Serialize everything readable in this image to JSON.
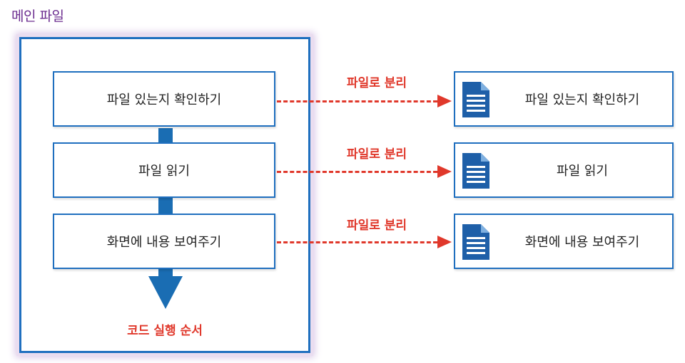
{
  "title": "메인 파일",
  "main": {
    "steps": [
      {
        "label": "파일 있는지 확인하기"
      },
      {
        "label": "파일 읽기"
      },
      {
        "label": "화면에 내용 보여주기"
      }
    ],
    "order_label": "코드 실행 순서"
  },
  "arrows": [
    {
      "label": "파일로 분리"
    },
    {
      "label": "파일로 분리"
    },
    {
      "label": "파일로 분리"
    }
  ],
  "files": [
    {
      "label": "파일 있는지 확인하기",
      "icon": "document-icon"
    },
    {
      "label": "파일 읽기",
      "icon": "document-icon"
    },
    {
      "label": "화면에 내용 보여주기",
      "icon": "document-icon"
    }
  ],
  "colors": {
    "title": "#6b2c8f",
    "frame": "#1f6fbf",
    "flow_arrow": "#1a6db3",
    "split_arrow": "#e0382b",
    "doc_icon": "#1e5fa8"
  }
}
